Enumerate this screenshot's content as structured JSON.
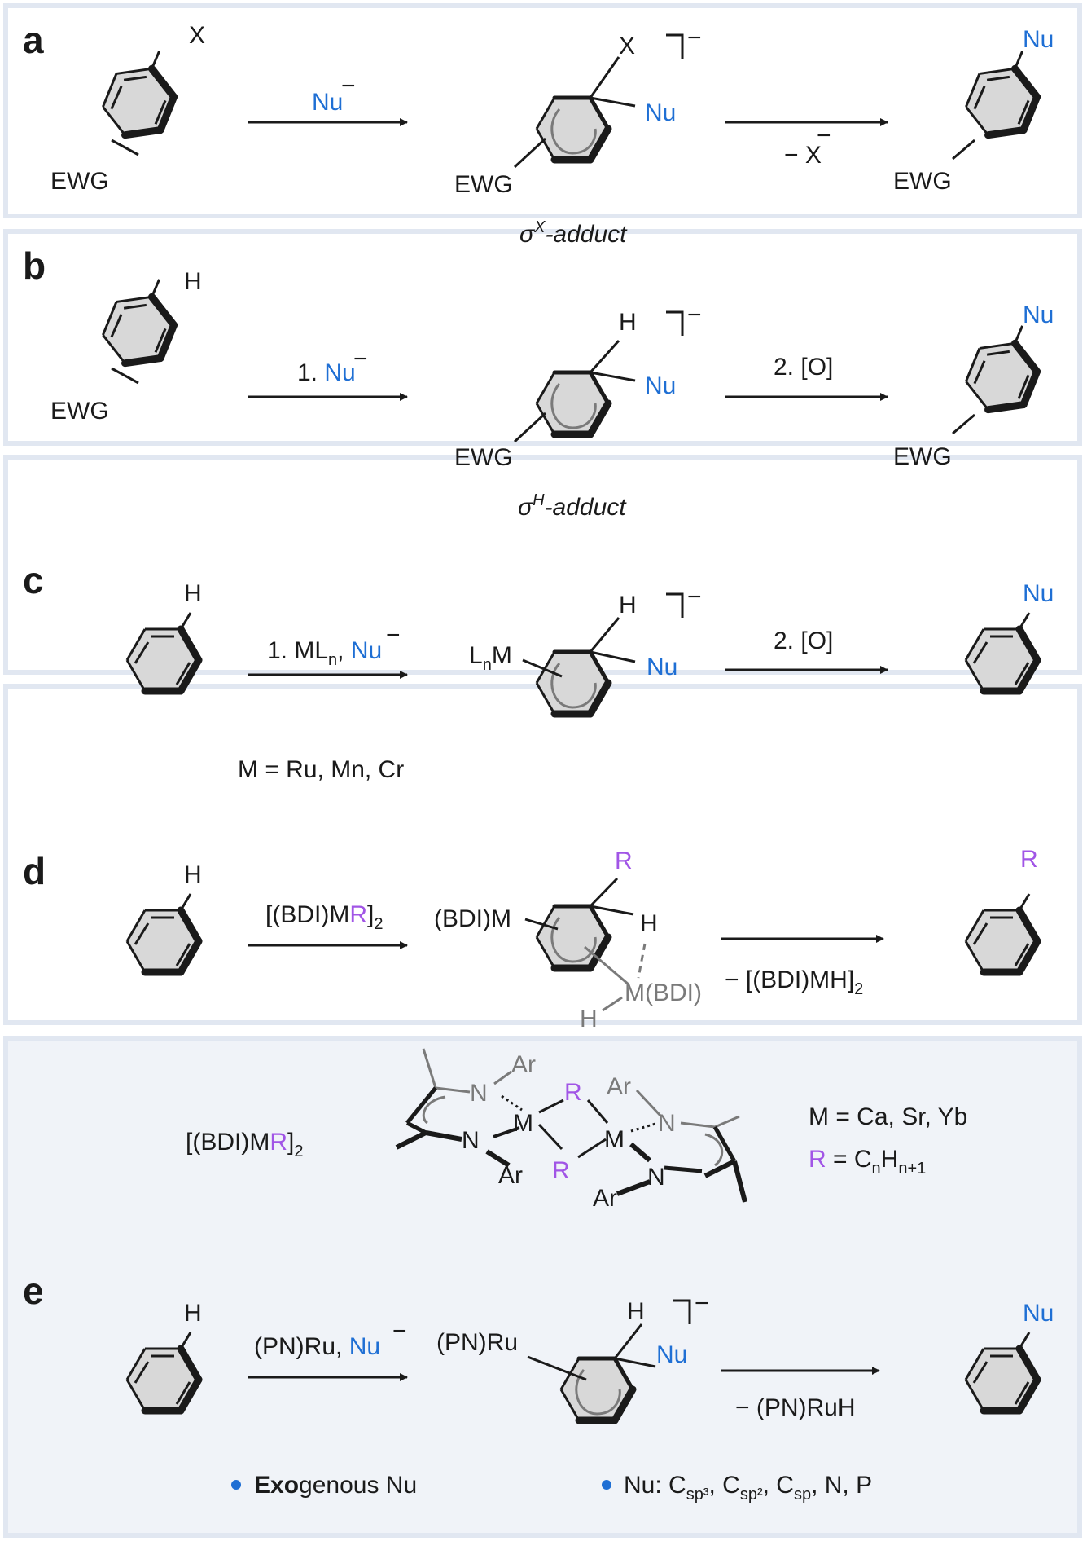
{
  "colors": {
    "nucleophile_blue": "#1f6fd4",
    "r_group_purple": "#a155e6",
    "panel_border": "#e1e7f1",
    "panel_e_fill": "#f0f3f8",
    "metal_grey": "#7a7a7a"
  },
  "panels": {
    "a": {
      "letter": "a",
      "reactant_sub": "X",
      "reactant_ewg": "EWG",
      "arrow1_reagent": "Nu",
      "minus": "−",
      "adduct_leaving": "X",
      "adduct_charge": "⅂",
      "adduct_nu": "Nu",
      "adduct_ewg": "EWG",
      "adduct_label_sigma": "σ",
      "adduct_label_sup": "X",
      "adduct_label_rest": "-adduct",
      "arrow2_label": "− X",
      "product_nu": "Nu",
      "product_ewg": "EWG"
    },
    "b": {
      "letter": "b",
      "reactant_sub": "H",
      "reactant_ewg": "EWG",
      "arrow1_prefix": "1. ",
      "arrow1_reagent": "Nu",
      "adduct_h": "H",
      "adduct_nu": "Nu",
      "adduct_ewg": "EWG",
      "adduct_label_sigma": "σ",
      "adduct_label_sup": "H",
      "adduct_label_rest": "-adduct",
      "arrow2_label": "2. [O]",
      "product_nu": "Nu",
      "product_ewg": "EWG"
    },
    "c": {
      "letter": "c",
      "reactant_sub": "H",
      "arrow1_prefix": "1. ML",
      "arrow1_sub": "n",
      "arrow1_sep": ", ",
      "arrow1_reagent": "Nu",
      "adduct_metal_l": "L",
      "adduct_metal_sub": "n",
      "adduct_metal_m": "M",
      "adduct_h": "H",
      "adduct_nu": "Nu",
      "arrow2_label": "2. [O]",
      "product_nu": "Nu",
      "metal_list": "M = Ru, Mn, Cr"
    },
    "d": {
      "letter": "d",
      "reactant_sub": "H",
      "arrow1_a": "[(BDI)M",
      "arrow1_r": "R",
      "arrow1_b": "]",
      "arrow1_sub": "2",
      "adduct_metal": "(BDI)M",
      "adduct_r": "R",
      "adduct_h": "H",
      "adduct_mh_h": "H",
      "adduct_mh_m": "M(BDI)",
      "arrow2_a": "− [(BDI)MH]",
      "arrow2_sub": "2",
      "product_r": "R",
      "dimer_label_a": "[(BDI)M",
      "dimer_label_r": "R",
      "dimer_label_b": "]",
      "dimer_label_sub": "2",
      "dimer_n": "N",
      "dimer_ar": "Ar",
      "dimer_m": "M",
      "dimer_r": "R",
      "metals": "M = Ca, Sr, Yb",
      "r_def_r": "R",
      "r_def_a": " = C",
      "r_def_sub1": "n",
      "r_def_b": "H",
      "r_def_sub2": "n+1"
    },
    "e": {
      "letter": "e",
      "reactant_sub": "H",
      "arrow1_prefix": "(PN)Ru, ",
      "arrow1_reagent": "Nu",
      "adduct_metal": "(PN)Ru",
      "adduct_h": "H",
      "adduct_nu": "Nu",
      "arrow2_label": "− (PN)RuH",
      "product_nu": "Nu",
      "bullet1_bold": "Exo",
      "bullet1_rest": "genous Nu",
      "bullet2_a": "Nu: C",
      "bullet2_s1": "sp³",
      "bullet2_s2": "sp²",
      "bullet2_s3": "sp",
      "bullet2_sep": ", ",
      "bullet2_b": ", N, P"
    }
  }
}
